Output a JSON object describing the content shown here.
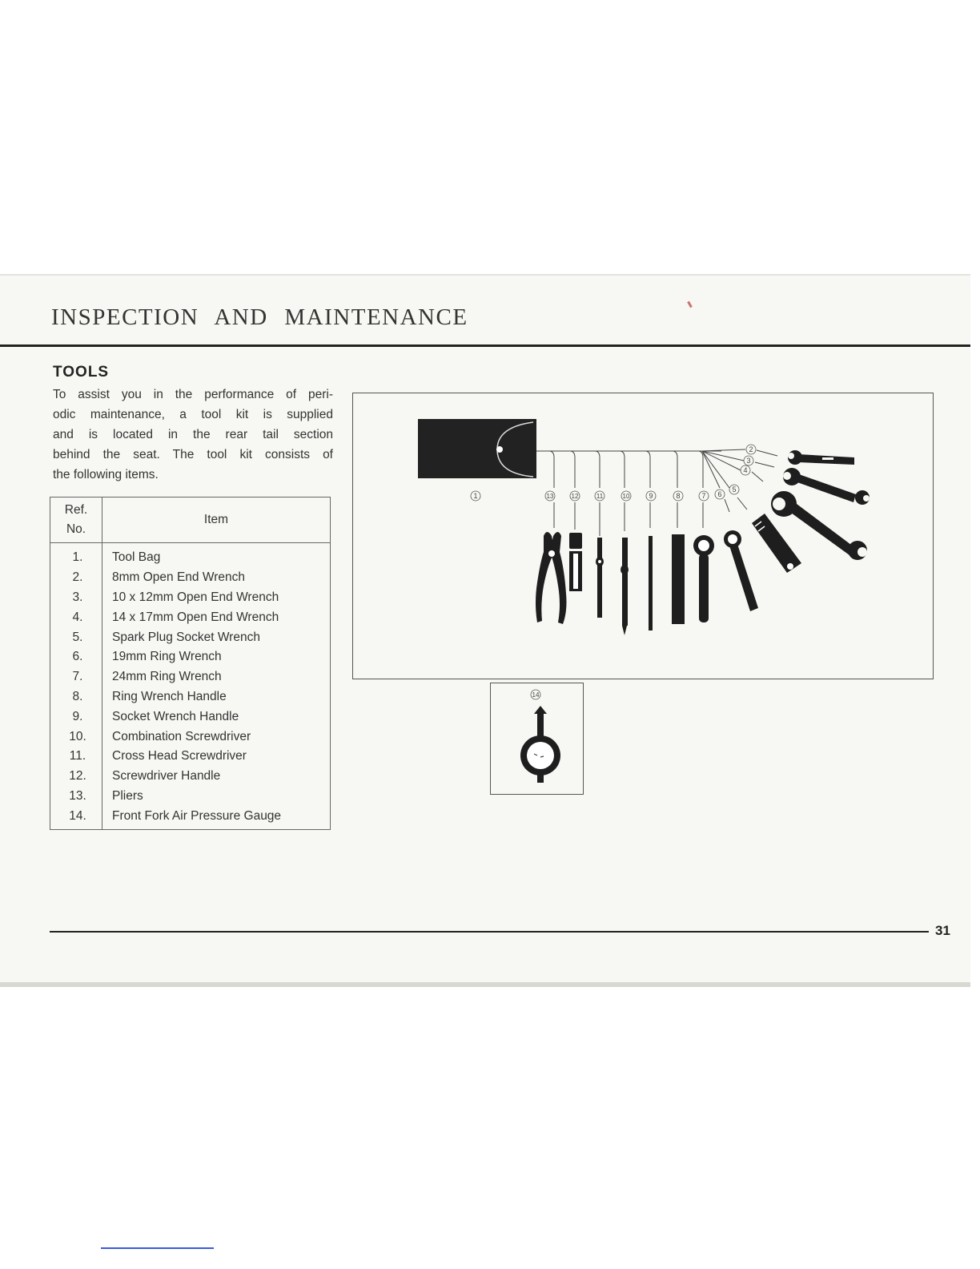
{
  "header": {
    "title": "INSPECTION AND MAINTENANCE"
  },
  "section": {
    "title": "TOOLS",
    "intro_lines": [
      "To assist you in the performance of peri-",
      "odic maintenance, a tool kit is supplied",
      "and is located in the rear tail section",
      "behind the seat. The tool kit consists of",
      "the following items."
    ]
  },
  "table": {
    "header_ref_line1": "Ref.",
    "header_ref_line2": "No.",
    "header_item": "Item",
    "rows": [
      {
        "no": "1.",
        "item": "Tool Bag"
      },
      {
        "no": "2.",
        "item": "8mm Open End Wrench"
      },
      {
        "no": "3.",
        "item": "10 x 12mm Open End Wrench"
      },
      {
        "no": "4.",
        "item": "14 x 17mm Open End Wrench"
      },
      {
        "no": "5.",
        "item": "Spark Plug Socket Wrench"
      },
      {
        "no": "6.",
        "item": "19mm Ring Wrench"
      },
      {
        "no": "7.",
        "item": "24mm Ring Wrench"
      },
      {
        "no": "8.",
        "item": "Ring Wrench Handle"
      },
      {
        "no": "9.",
        "item": "Socket Wrench Handle"
      },
      {
        "no": "10.",
        "item": "Combination Screwdriver"
      },
      {
        "no": "11.",
        "item": "Cross Head Screwdriver"
      },
      {
        "no": "12.",
        "item": "Screwdriver Handle"
      },
      {
        "no": "13.",
        "item": "Pliers"
      },
      {
        "no": "14.",
        "item": "Front Fork Air Pressure Gauge"
      }
    ]
  },
  "figure": {
    "callouts": [
      "1",
      "2",
      "3",
      "4",
      "5",
      "6",
      "7",
      "8",
      "9",
      "10",
      "11",
      "12",
      "13",
      "14"
    ]
  },
  "footer": {
    "page_number": "31"
  }
}
